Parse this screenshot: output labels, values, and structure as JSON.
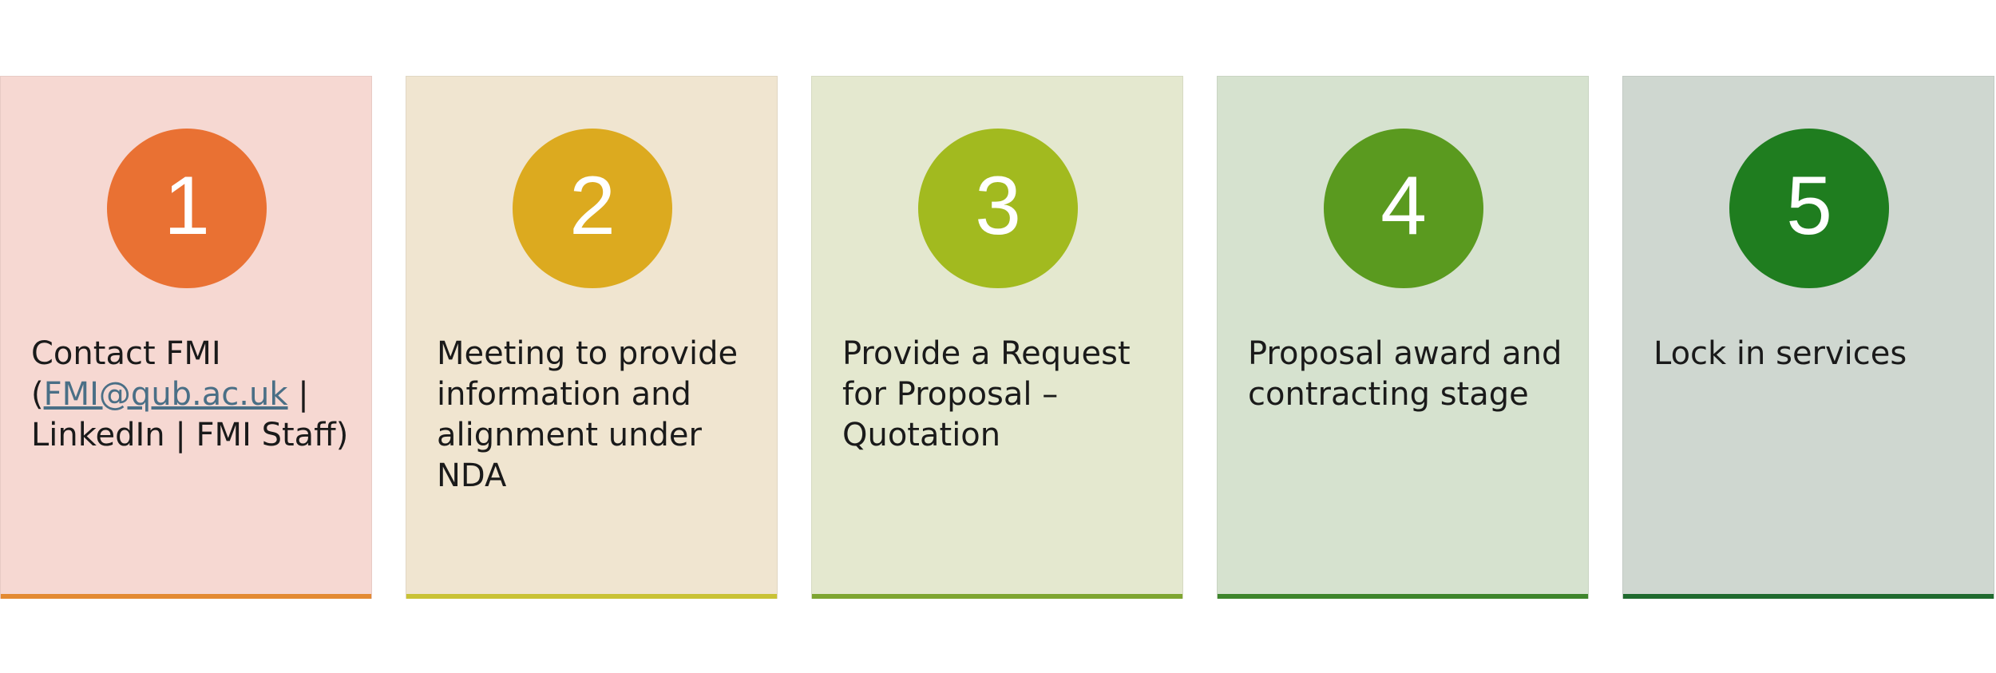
{
  "steps": [
    {
      "number": "1",
      "text_prefix": "Contact FMI (",
      "link": "FMI@qub.ac.uk",
      "text_suffix": " | LinkedIn | FMI Staff)",
      "panel_color": "#f6d8d2",
      "circle_color": "#e97133",
      "bar_color": "#e38a32"
    },
    {
      "number": "2",
      "text": "Meeting to provide information and alignment under NDA",
      "panel_color": "#f0e5d0",
      "circle_color": "#dcaa1f",
      "bar_color": "#c9c235"
    },
    {
      "number": "3",
      "text": "Provide a Request for Proposal – Quotation",
      "panel_color": "#e4e8cf",
      "circle_color": "#a2ba1f",
      "bar_color": "#7ea531"
    },
    {
      "number": "4",
      "text": "Proposal award and contracting stage",
      "panel_color": "#d6e2cf",
      "circle_color": "#5a9a1f",
      "bar_color": "#3e852c"
    },
    {
      "number": "5",
      "text": "Lock in services",
      "panel_color": "#cfd7d0",
      "circle_color": "#1f7d1f",
      "bar_color": "#1f6a2e"
    }
  ]
}
